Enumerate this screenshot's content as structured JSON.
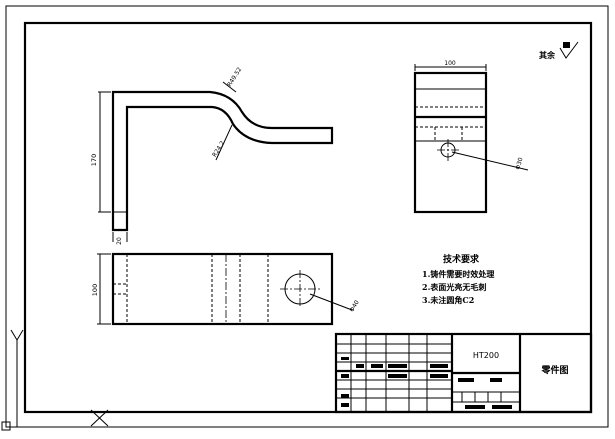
{
  "surface_mark": {
    "label": "其余"
  },
  "dimensions": {
    "top_width": "100",
    "left_height": "170",
    "bottom_width": "20",
    "bottom_height": "100",
    "hole_diameter_top": "Φ30",
    "hole_diameter_bottom": "Φ40",
    "radius_outer": "R49.52",
    "radius_inner": "R24.2"
  },
  "tech_requirements": {
    "title": "技术要求",
    "items": [
      "1.铸件需要时效处理",
      "2.表面光亮无毛刺",
      "3.未注圆角C2"
    ]
  },
  "title_block": {
    "material": "HT200",
    "drawing_name": "零件图"
  }
}
